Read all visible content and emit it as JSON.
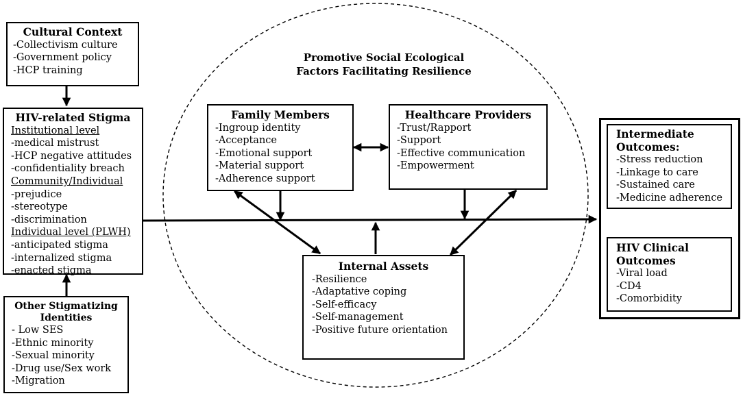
{
  "center_title": [
    "Promotive Social Ecological",
    "Factors Facilitating Resilience"
  ],
  "cultural_context": {
    "title": "Cultural Context",
    "items": [
      "-Collectivism culture",
      "-Government policy",
      "-HCP training"
    ]
  },
  "hiv_stigma": {
    "title": "HIV-related Stigma",
    "sections": [
      {
        "heading": "Institutional level",
        "items": [
          "-medical mistrust",
          "-HCP negative attitudes",
          "-confidentiality breach"
        ]
      },
      {
        "heading": "Community/Individual",
        "items": [
          "-prejudice",
          "-stereotype",
          "-discrimination"
        ]
      },
      {
        "heading": "Individual level (PLWH)",
        "items": [
          "-anticipated stigma",
          "-internalized stigma",
          "-enacted stigma"
        ]
      }
    ]
  },
  "other_identities": {
    "title": [
      "Other Stigmatizing",
      "Identities"
    ],
    "items": [
      "- Low SES",
      "-Ethnic minority",
      "-Sexual minority",
      "-Drug use/Sex work",
      "-Migration"
    ]
  },
  "family_members": {
    "title": "Family Members",
    "items": [
      "-Ingroup identity",
      "-Acceptance",
      "-Emotional support",
      "-Material support",
      "-Adherence support"
    ]
  },
  "healthcare_providers": {
    "title": "Healthcare Providers",
    "items": [
      "-Trust/Rapport",
      "-Support",
      "-Effective communication",
      "-Empowerment"
    ]
  },
  "internal_assets": {
    "title": "Internal Assets",
    "items": [
      "-Resilience",
      "-Adaptative coping",
      "-Self-efficacy",
      "-Self-management",
      "-Positive future orientation"
    ]
  },
  "intermediate_outcomes": {
    "title": [
      "Intermediate",
      "Outcomes:"
    ],
    "items": [
      "-Stress reduction",
      "-Linkage to care",
      "-Sustained care",
      "-Medicine adherence"
    ]
  },
  "clinical_outcomes": {
    "title": [
      "HIV Clinical",
      "Outcomes"
    ],
    "items": [
      "-Viral load",
      "-CD4",
      "-Comorbidity"
    ]
  }
}
